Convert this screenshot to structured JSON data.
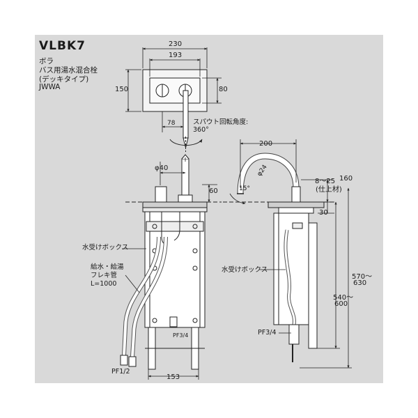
{
  "header": {
    "model": "VLBK7",
    "brand": "ボラ",
    "product": "バス用湯水混合栓",
    "type": "(デッキタイプ)",
    "cert": "JWWA"
  },
  "dimensions": {
    "top_width": "230",
    "top_inner": "193",
    "top_height": "150",
    "top_inner_height": "80",
    "offset": "78",
    "pipe_dia": "φ40",
    "spout_reach": "200",
    "spout_dia": "φ24",
    "spout_angle": "15°",
    "spout_height": "160",
    "deck_range": "8〜25",
    "deck_note": "(仕上材)",
    "spout_60": "60",
    "body_30": "30",
    "overall_1": "570〜",
    "overall_1b": "630",
    "overall_2": "540〜",
    "overall_2b": "600",
    "bottom_width": "153"
  },
  "notes": {
    "rotation_1": "スパウト回転角度:",
    "rotation_2": "360°",
    "box_left": "水受けボックス",
    "box_right": "水受けボックス",
    "hose_1": "給水・給湯",
    "hose_2": "フレキ管",
    "hose_3": "L=1000",
    "pf34_left": "PF3/4",
    "pf34_right": "PF3/4",
    "pf12": "PF1/2"
  }
}
